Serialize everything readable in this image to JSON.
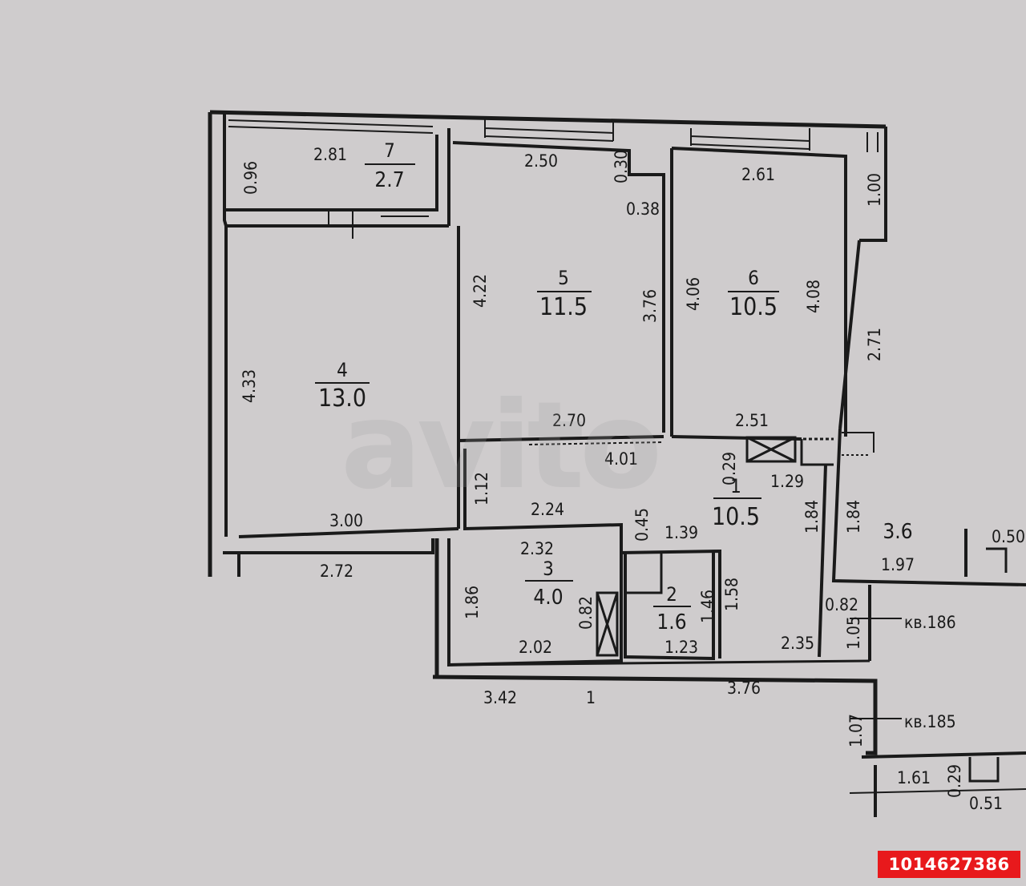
{
  "rooms": [
    {
      "number": "7",
      "area": "2.7"
    },
    {
      "number": "5",
      "area": "11.5"
    },
    {
      "number": "6",
      "area": "10.5"
    },
    {
      "number": "4",
      "area": "13.0"
    },
    {
      "number": "1",
      "area": "10.5"
    },
    {
      "number": "3",
      "area": "4.0"
    },
    {
      "number": "2",
      "area": "1.6"
    },
    {
      "number": "",
      "area": "3.6"
    }
  ],
  "dimensions": {
    "d096": "0.96",
    "d281": "2.81",
    "d250": "2.50",
    "d030": "0.30",
    "d038": "0.38",
    "d261": "2.61",
    "d100": "1.00",
    "d422": "4.22",
    "d376a": "3.76",
    "d406": "4.06",
    "d408": "4.08",
    "d271": "2.71",
    "d433": "4.33",
    "d270": "2.70",
    "d251": "2.51",
    "d401": "4.01",
    "d029a": "0.29",
    "d129": "1.29",
    "d112": "1.12",
    "d224": "2.24",
    "d045": "0.45",
    "d139": "1.39",
    "d184a": "1.84",
    "d184b": "1.84",
    "d300": "3.00",
    "d232": "2.32",
    "d272": "2.72",
    "d186": "1.86",
    "d082a": "0.82",
    "d202": "2.02",
    "d146": "1.46",
    "d158": "1.58",
    "d123": "1.23",
    "d235": "2.35",
    "d082b": "0.82",
    "d105": "1.05",
    "d197": "1.97",
    "d050": "0.50",
    "d342": "3.42",
    "d1": "1",
    "d376b": "3.76",
    "d161": "1.61",
    "d029b": "0.29",
    "d051": "0.51",
    "d107": "1.07"
  },
  "labels": {
    "apt186": "кв.186",
    "apt185": "кв.185"
  },
  "watermark": "avito",
  "listing_id": "1014627386",
  "colors": {
    "background": "#cfcccd",
    "ink": "#1a1a1a",
    "badge": "#e8191c"
  }
}
